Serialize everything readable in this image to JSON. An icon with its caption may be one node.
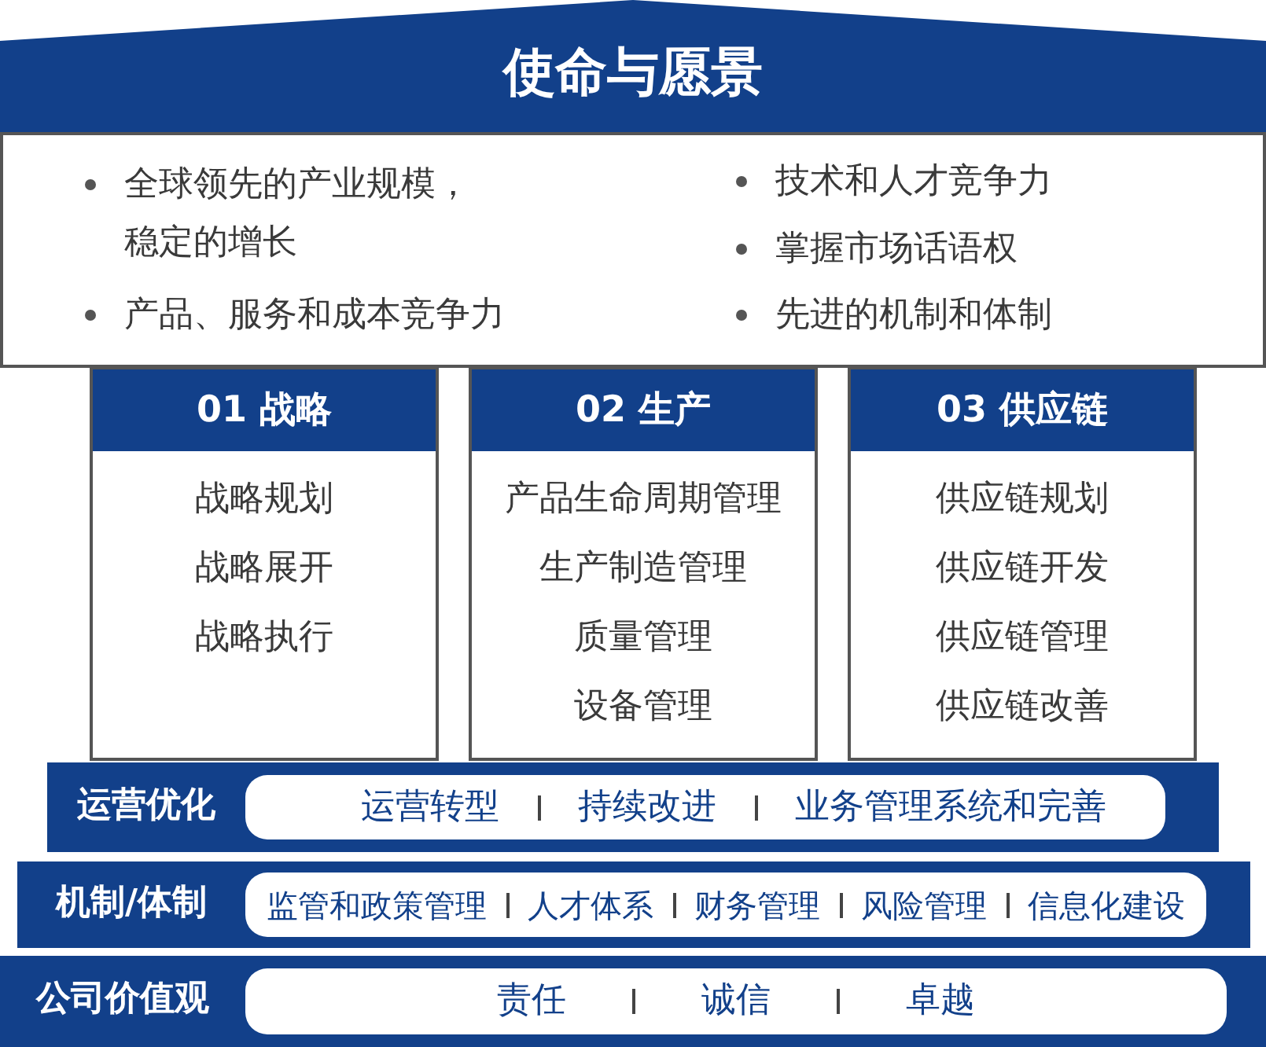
{
  "diagram": {
    "nodes": [
      {
        "text": [
          "使命与愿景"
        ]
      },
      {
        "text": [
          "全球领先的产业规模，稳定的增长",
          "产品、服务和成本竞争力",
          "技术和人才竞争力",
          "掌握市场话语权",
          "先进的机制和体制"
        ]
      },
      {
        "text": [
          "01 战略",
          "战略规划",
          "战略展开",
          "战略执行"
        ]
      },
      {
        "text": [
          "02 生产",
          "产品生命周期管理",
          "生产制造管理",
          "质量管理",
          "设备管理"
        ]
      },
      {
        "text": [
          "03 供应链",
          "供应链规划",
          "供应链开发",
          "供应链管理",
          "供应链改善"
        ]
      },
      {
        "text": [
          "运营优化"
        ]
      },
      {
        "text": [
          "运营转型",
          "持续改进",
          "业务管理系统和完善"
        ],
        "in": 5
      },
      {
        "text": [
          "机制/体制"
        ]
      },
      {
        "text": [
          "监管和政策管理",
          "人才体系",
          "财务管理",
          "风险管理",
          "信息化建设"
        ],
        "in": 7
      },
      {
        "text": [
          "公司价值观"
        ]
      },
      {
        "text": [
          "责任",
          "诚信",
          "卓越"
        ],
        "in": 9
      }
    ]
  }
}
